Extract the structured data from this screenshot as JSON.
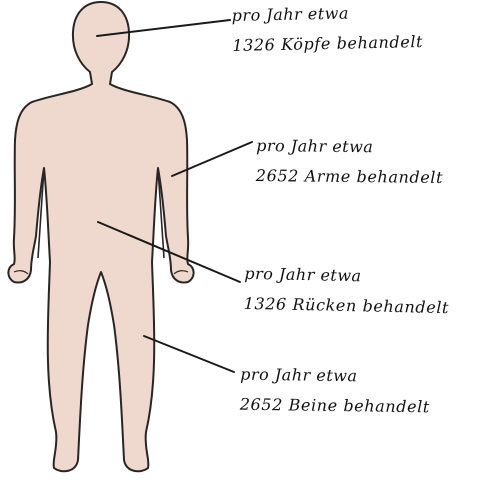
{
  "colors": {
    "skin": "#efd9ce",
    "outline": "#2a2522",
    "leader": "#1a1a1a",
    "text": "#111111"
  },
  "annotations": [
    {
      "id": "kopf",
      "line1": "pro Jahr etwa",
      "line2": "1326 Köpfe behandelt"
    },
    {
      "id": "arme",
      "line1": "pro Jahr etwa",
      "line2": "2652 Arme behandelt"
    },
    {
      "id": "ruecken",
      "line1": "pro Jahr etwa",
      "line2": "1326 Rücken behandelt"
    },
    {
      "id": "beine",
      "line1": "pro Jahr etwa",
      "line2": "2652 Beine behandelt"
    }
  ]
}
